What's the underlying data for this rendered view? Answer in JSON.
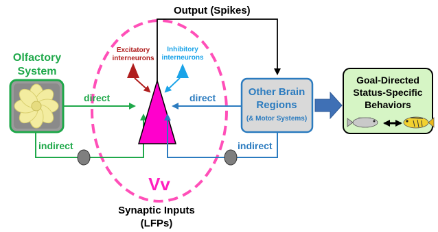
{
  "diagram": {
    "output_label": "Output (Spikes)",
    "olfactory": {
      "line1": "Olfactory",
      "line2": "System"
    },
    "excitatory": {
      "line1": "Excitatory",
      "line2": "interneurons"
    },
    "inhibitory": {
      "line1": "Inhibitory",
      "line2": "interneurons"
    },
    "direct_left": "direct",
    "direct_right": "direct",
    "indirect_left": "indirect",
    "indirect_right": "indirect",
    "other_brain": {
      "line1": "Other Brain",
      "line2": "Regions",
      "line3": "(& Motor Systems)"
    },
    "goal": {
      "line1": "Goal-Directed",
      "line2": "Status-Specific",
      "line3": "Behaviors"
    },
    "vv_label": "Vv",
    "synaptic": {
      "line1": "Synaptic Inputs",
      "line2": "(LFPs)"
    }
  },
  "colors": {
    "green": "#1fa84a",
    "blue": "#2b7bbf",
    "magenta": "#ff00cc",
    "dashed_ellipse": "#ff4fb8",
    "excitatory": "#b01e1e",
    "inhibitory": "#1aa3e8",
    "goal_fill": "#d6f5c5",
    "other_fill": "#d9d9d9",
    "olf_fill": "#8a8a8a"
  }
}
